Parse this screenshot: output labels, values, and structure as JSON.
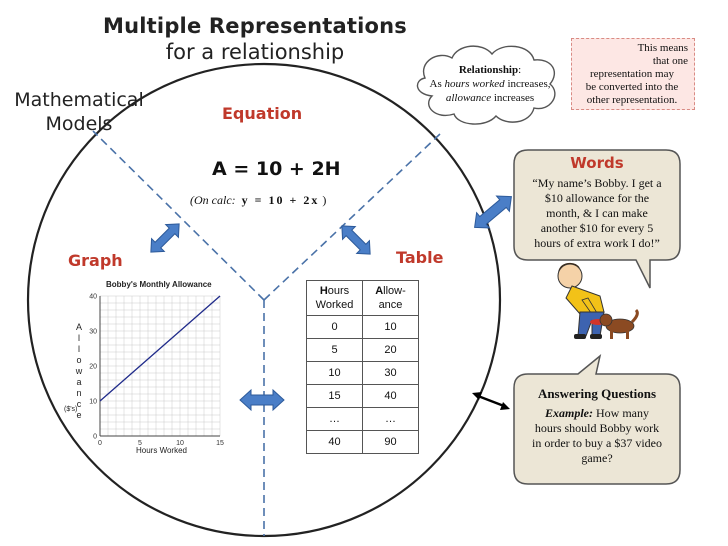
{
  "title": {
    "line1": "Multiple Representations",
    "line2": "for a relationship"
  },
  "side_label": {
    "line1": "Mathematical",
    "line2": "Models"
  },
  "sections": {
    "equation": "Equation",
    "graph": "Graph",
    "table": "Table"
  },
  "equation": {
    "main": "A = 10 + 2H",
    "calc_prefix": "(On calc:",
    "calc_expr": "y  =  10  +  2x",
    "calc_suffix": ")"
  },
  "relationship_cloud": {
    "heading": "Relationship",
    "heading_colon": ":",
    "as": "As",
    "hours_worked": "hours worked",
    "increases": "increases,",
    "allowance": "allowance",
    "increases2": "increases"
  },
  "note": {
    "text_line1": "This means",
    "text_line2": "that one",
    "text_line3": "representation may",
    "text_line4": "be converted into the",
    "text_line5": "other representation."
  },
  "words_bubble": {
    "heading": "Words",
    "line1": "“My name’s Bobby. I get a",
    "line2": "$10 allowance for the",
    "line3": "month, & I can make",
    "line4": "another $10 for every 5",
    "line5": "hours of extra work I do!”"
  },
  "questions_bubble": {
    "heading": "Answering Questions",
    "example_label": "Example:",
    "line1": "How many",
    "line2": "hours should Bobby work",
    "line3": "in order to buy a $37 video",
    "line4": "game?"
  },
  "table": {
    "headers": [
      {
        "first": "H",
        "rest1": "ours",
        "line2": "Worked"
      },
      {
        "first": "A",
        "rest1": "llow-",
        "line2": "ance"
      }
    ],
    "rows": [
      [
        "0",
        "10"
      ],
      [
        "5",
        "20"
      ],
      [
        "10",
        "30"
      ],
      [
        "15",
        "40"
      ],
      [
        "…",
        "…"
      ],
      [
        "40",
        "90"
      ]
    ]
  },
  "chart_data": {
    "type": "line",
    "title": "Bobby's Monthly Allowance",
    "xlabel": "Hours Worked",
    "ylabel_letters": [
      "A",
      "l",
      "l",
      "o",
      "w",
      "a",
      "n",
      "c",
      "e"
    ],
    "ylabel_unit": "($'s)",
    "xlim": [
      0,
      15
    ],
    "ylim": [
      0,
      40
    ],
    "x_ticks": [
      "0",
      "5",
      "10",
      "15"
    ],
    "y_ticks": [
      "0",
      "10",
      "20",
      "30",
      "40"
    ],
    "grid": true,
    "series": [
      {
        "x": [
          0,
          15
        ],
        "y": [
          10,
          40
        ],
        "color": "#1f2a8a"
      }
    ]
  },
  "colors": {
    "accent": "#c0392b",
    "arrow": "#4a7ec7",
    "bubble_fill": "#ece6d6",
    "circle": "#222222",
    "divider": "#4a72a8"
  }
}
